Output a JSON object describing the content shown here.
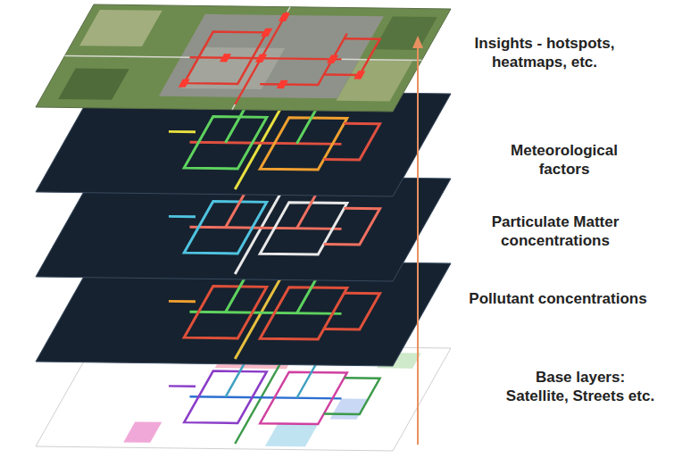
{
  "diagram": {
    "labels": [
      "Insights - hotspots, heatmaps, etc.",
      "Meteorological factors",
      "Particulate Matter concentrations",
      "Pollutant concentrations",
      "Base layers: Satellite, Streets etc."
    ]
  }
}
